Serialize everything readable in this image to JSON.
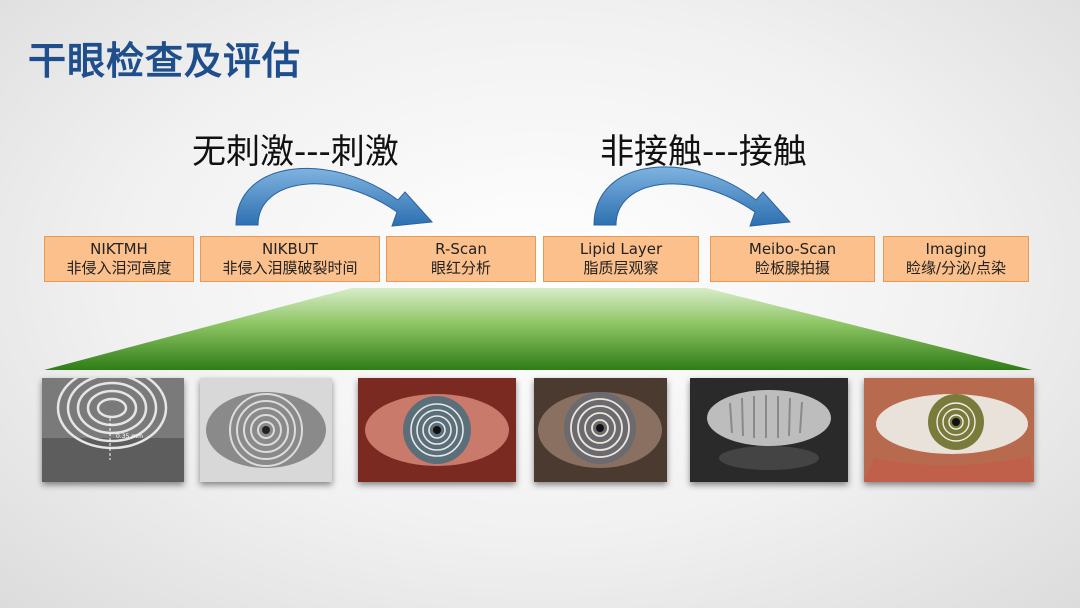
{
  "slide": {
    "title": "干眼检查及评估"
  },
  "arrows": {
    "left_label": "无刺激---刺激",
    "right_label": "非接触---接触"
  },
  "methods": [
    {
      "name": "NIKTMH",
      "desc": "非侵入泪河高度"
    },
    {
      "name": "NIKBUT",
      "desc": "非侵入泪膜破裂时间"
    },
    {
      "name": "R-Scan",
      "desc": "眼红分析"
    },
    {
      "name": "Lipid Layer",
      "desc": "脂质层观察"
    },
    {
      "name": "Meibo-Scan",
      "desc": "睑板腺拍摄"
    },
    {
      "name": "Imaging",
      "desc": "睑缘/分泌/点染"
    }
  ],
  "photos": [
    {
      "label": "0.35 mm"
    }
  ],
  "colors": {
    "title": "#1f4e8c",
    "arrow": "#3a7fc0",
    "box_fill": "#fbc08c",
    "box_border": "#e89a55",
    "wedge_dark": "#3d8a1e",
    "wedge_light": "#d8ecc8"
  }
}
